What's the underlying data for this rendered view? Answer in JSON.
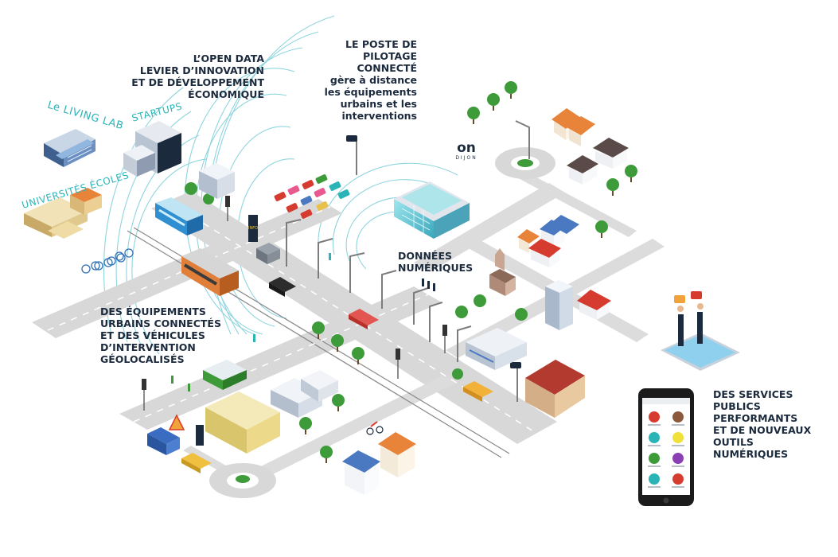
{
  "labels": {
    "open_data": [
      "L’OPEN DATA",
      "LEVIER D’INNOVATION",
      "ET DE DÉVELOPPEMENT",
      "ÉCONOMIQUE"
    ],
    "poste": [
      "LE POSTE DE",
      "PILOTAGE",
      "CONNECTÉ",
      "gère à distance",
      "les équipements",
      "urbains et les",
      "interventions"
    ],
    "donnees": [
      "DONNÉES",
      "NUMÉRIQUES"
    ],
    "equipements": [
      "DES ÉQUIPEMENTS",
      "URBAINS CONNECTÉS",
      "ET DES VÉHICULES",
      "D’INTERVENTION",
      "GÉOLOCALISÉS"
    ],
    "services": [
      "DES SERVICES",
      "PUBLICS",
      "PERFORMANTS",
      "ET DE NOUVEAUX",
      "OUTILS",
      "NUMÉRIQUES"
    ],
    "living_lab": "Le LIVING LAB",
    "startups": "STARTUPS",
    "universites": "UNIVERSITÉS ÉCOLES"
  },
  "logo": {
    "mark": "on",
    "sub": "DIJON"
  },
  "signs": {
    "info": "INFO"
  },
  "colors": {
    "teal": "#2bb4b8",
    "navy": "#1c2a3e",
    "road": "#d6d6d6",
    "wave": "#7fd0dc",
    "tree": "#3e9b3a",
    "roof_red": "#d63b2f",
    "roof_orange": "#e8843a",
    "roof_blue": "#4a79c2"
  }
}
